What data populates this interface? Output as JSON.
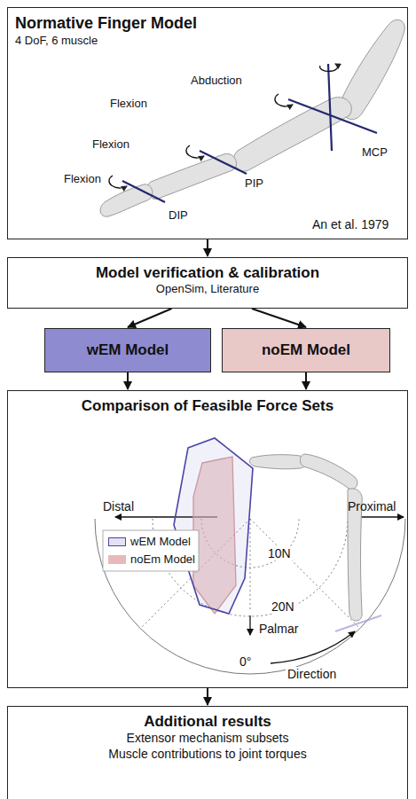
{
  "diagram": {
    "nodes": [
      {
        "text": [
          "Normative Finger Model",
          "4 DoF, 6 muscle"
        ]
      },
      {
        "text": [
          "Model verification & calibration",
          "OpenSim, Literature"
        ]
      },
      {
        "text": [
          "wEM Model"
        ]
      },
      {
        "text": [
          "noEM Model"
        ]
      },
      {
        "text": [
          "Comparison of Feasible Force Sets"
        ]
      },
      {
        "text": [
          "Additional results",
          "Extensor mechanism subsets",
          "Muscle contributions to joint torques"
        ]
      }
    ],
    "edges": [
      {
        "from": 0,
        "to": 1,
        "arrow": "to"
      },
      {
        "from": 1,
        "to": 2,
        "arrow": "to"
      },
      {
        "from": 1,
        "to": 3,
        "arrow": "to"
      },
      {
        "from": 2,
        "to": 4,
        "arrow": "to"
      },
      {
        "from": 3,
        "to": 4,
        "arrow": "to"
      },
      {
        "from": 4,
        "to": 5,
        "arrow": "to"
      }
    ],
    "labels": [
      "Abduction",
      "Flexion",
      "MCP",
      "Flexion",
      "PIP",
      "Flexion",
      "DIP",
      "An et al. 1979",
      "Distal",
      "Proximal",
      "10N",
      "20N",
      "Palmar",
      "0°",
      "Direction"
    ],
    "legend": [
      {
        "text": "wEM Model",
        "color": "#4a45a8"
      },
      {
        "text": "noEm Model",
        "color": "#e8b9b9"
      }
    ]
  }
}
